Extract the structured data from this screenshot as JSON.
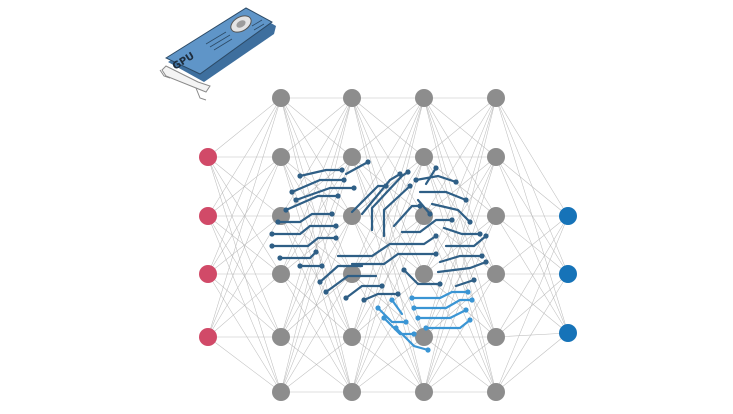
{
  "gpu": {
    "label": "GPU",
    "body_color": "#5f95c8",
    "bracket_color": "#f2f2f2"
  },
  "network": {
    "layers": [
      {
        "role": "input",
        "nodes": 4
      },
      {
        "role": "hidden",
        "nodes": 6
      },
      {
        "role": "hidden",
        "nodes": 6
      },
      {
        "role": "hidden",
        "nodes": 6
      },
      {
        "role": "hidden",
        "nodes": 6
      },
      {
        "role": "output",
        "nodes": 3
      }
    ],
    "colors": {
      "input": "#d14a68",
      "hidden": "#8d8d8d",
      "output": "#1673b8",
      "edge": "#b8b8b8"
    }
  },
  "brain": {
    "icon": "circuit-brain-icon",
    "color_dark": "#2f5f86",
    "color_light": "#3a95d4"
  }
}
